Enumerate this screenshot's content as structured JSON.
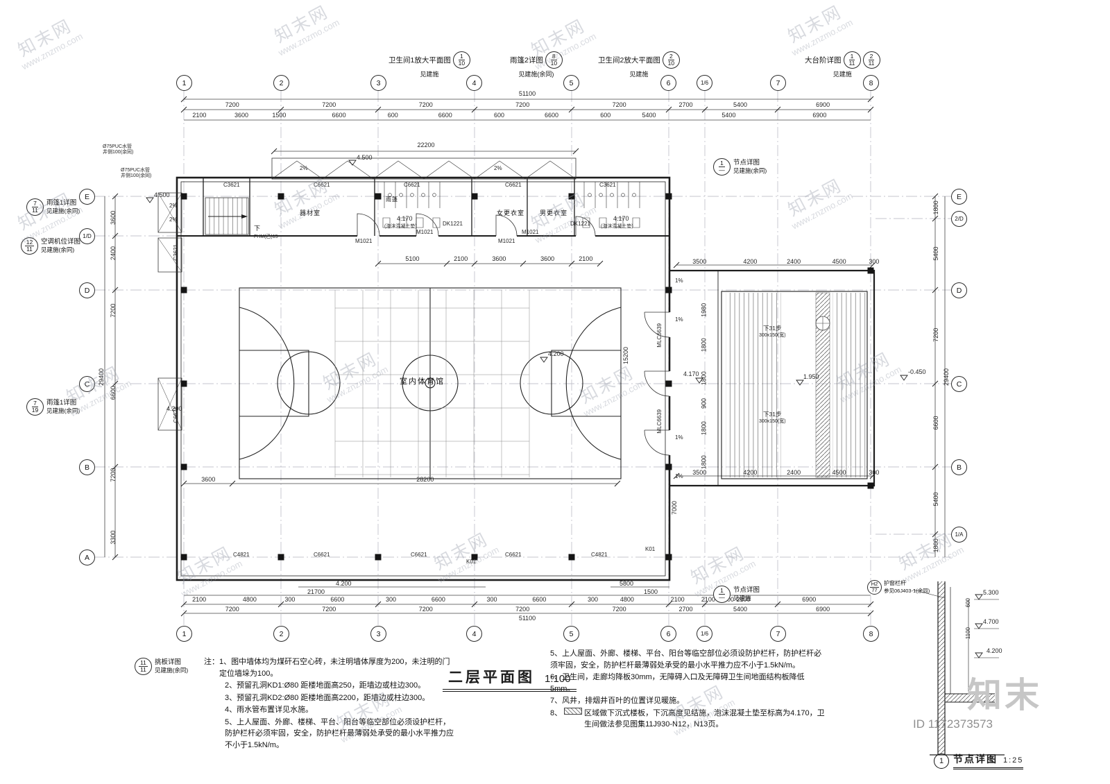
{
  "wm": {
    "cn": "知末网",
    "url": "www.znzmo.com"
  },
  "brand": {
    "logo": "知末",
    "id": "ID 1172373573"
  },
  "titles": {
    "plan": "二层平面图",
    "plan_scale": "1:100",
    "detail": "节点详图",
    "detail_scale": "1:25",
    "detail_num": "1"
  },
  "axes": {
    "top": [
      "1",
      "2",
      "3",
      "4",
      "5",
      "6",
      "1/6",
      "7",
      "8"
    ],
    "bottom": [
      "1",
      "2",
      "3",
      "4",
      "5",
      "6",
      "1/6",
      "7",
      "8"
    ],
    "left": [
      "E",
      "1/D",
      "D",
      "C",
      "B",
      "A"
    ],
    "right": [
      "E",
      "2/D",
      "D",
      "C",
      "B",
      "1/A"
    ]
  },
  "dims": {
    "top_total": "51100",
    "top_grid": [
      "7200",
      "7200",
      "7200",
      "7200",
      "7200",
      "2700",
      "5400",
      "6900"
    ],
    "top_detail": [
      "2100",
      "3600",
      "1500",
      "6600",
      "600",
      "6600",
      "600",
      "6600",
      "600",
      "5400",
      "5400",
      "6900"
    ],
    "bottom_total": "51100",
    "bottom_grid": [
      "7200",
      "7200",
      "7200",
      "7200",
      "7200",
      "2700",
      "5400",
      "6900"
    ],
    "bottom_detail": [
      "2100",
      "4800",
      "300",
      "6600",
      "300",
      "6600",
      "300",
      "6600",
      "300",
      "4800",
      "2100",
      "2100",
      "300",
      "2100",
      "6900"
    ],
    "left_total": "29400",
    "left_chain": [
      "3600",
      "2400",
      "7200",
      "6600",
      "7200",
      "3300"
    ],
    "right_total": "29400",
    "right_chain": [
      "1800",
      "5400",
      "7200",
      "6600",
      "5400",
      "1800"
    ],
    "canopy": "22200",
    "room_row": [
      "5100",
      "2100",
      "3600",
      "3600",
      "2100"
    ],
    "court_bottom": [
      "3600",
      "28200"
    ],
    "court_h": "15200",
    "south_h": "7000",
    "annex_top": [
      "3500",
      "4200",
      "2400",
      "4500",
      "300"
    ],
    "annex_bottom": [
      "3500",
      "4200",
      "2400",
      "4500",
      "300"
    ],
    "annex_left": [
      "1980",
      "1800",
      "1800",
      "900",
      "1800",
      "1800"
    ],
    "b_inner": [
      "21700",
      "5800",
      "1500"
    ],
    "detail_v": [
      "600",
      "1100"
    ]
  },
  "levels": {
    "canopy": "4.500",
    "canopy_left": "4.500",
    "canopy2_left": "4.200",
    "court": "4.200",
    "entry": "4.170",
    "stair_mid": "1.950",
    "ground": "-0.450",
    "south": "4.200",
    "toilet": "4.170",
    "toilet_note": "(泡沫混凝土垫)",
    "detail": [
      "5.300",
      "4.700",
      "4.200"
    ]
  },
  "slopes": {
    "p1": "1%",
    "p2": "2%"
  },
  "rooms": {
    "equipment": "器材室",
    "canopy": "雨篷",
    "women": "女更衣室",
    "men": "男更衣室",
    "gym": "室内体育馆"
  },
  "stair": {
    "down": "下",
    "steps": "下31步",
    "size": "300x150(宽)"
  },
  "tags": {
    "c3621": "C3621",
    "c6621": "C6621",
    "c4821": "C4821",
    "k01": "K01",
    "m1021": "M1021",
    "dk1221": "DK1221",
    "fhm": "FHM(乙)15",
    "mlc": "MLC6639",
    "pipe": "Ø75PUC水管",
    "pipe_side": "井侧100(余同)"
  },
  "callouts": {
    "top": [
      {
        "title": "卫生间1放大平面图",
        "num": "1",
        "den": "10",
        "sub": "见建施"
      },
      {
        "title": "雨篷2详图",
        "num": "8",
        "den": "10",
        "sub": "见建施(余同)"
      },
      {
        "title": "卫生间2放大平面图",
        "num": "2",
        "den": "10",
        "sub": "见建施"
      },
      {
        "title": "大台阶详图",
        "num": "1",
        "den": "11",
        "num2": "2",
        "den2": "11",
        "sub": "见建施"
      }
    ],
    "left": [
      {
        "title": "雨篷1详图",
        "num": "7",
        "den": "11",
        "sub": "见建施(余同)"
      },
      {
        "title": "空调机位详图",
        "num": "12",
        "den": "11",
        "sub": "见建施(余同)"
      },
      {
        "title": "雨篷1详图",
        "num": "7",
        "den": "19",
        "sub": "见建施(余同)"
      },
      {
        "title": "挑板详图",
        "num": "11",
        "den": "11",
        "sub": "见建施(余同)"
      }
    ],
    "right": [
      {
        "title": "节点详图",
        "num": "1",
        "den": "—",
        "sub": "见建施(余同)"
      },
      {
        "title": "节点详图",
        "num": "1",
        "den": "—",
        "sub": "见建施"
      }
    ],
    "rail": {
      "num": "H2",
      "den": "77",
      "line1": "护窗栏杆",
      "line2": "参见06J403-1(余同)"
    }
  },
  "notes_left": {
    "head": "注：",
    "items": [
      "1、图中墙体均为煤矸石空心砖，未注明墙体厚度为200，未注明的门定位墙垛为100。",
      "2、预留孔洞KD1:Ø80 距楼地面高250，距墙边或柱边300。",
      "3、预留孔洞KD2:Ø80 距楼地面高2200，距墙边或柱边300。",
      "4、雨水管布置详见水施。",
      "5、上人屋面、外廊、楼梯、平台、阳台等临空部位必须设护栏杆，防护栏杆必须牢固，安全，防护栏杆最薄弱处承受的最小水平推力应不小于1.5kN/m。"
    ]
  },
  "notes_right": {
    "items": [
      "5、上人屋面、外廊、楼梯、平台、阳台等临空部位必须设防护栏杆，防护栏杆必须牢固，安全，防护栏杆最薄弱处承受的最小水平推力应不小于1.5kN/m。",
      "6、卫生间，走廊均降板30mm，无障碍入口及无障碍卫生间地面结构板降低5mm。",
      "7、风井，排烟井百叶的位置详见暖施。"
    ],
    "item8_prefix": "8、",
    "item8_body": "区域做下沉式楼板，下沉高度见结施，泡沫混凝土垫至标高为4.170，卫生间做法参见图集11J930-N12，N13页。"
  }
}
